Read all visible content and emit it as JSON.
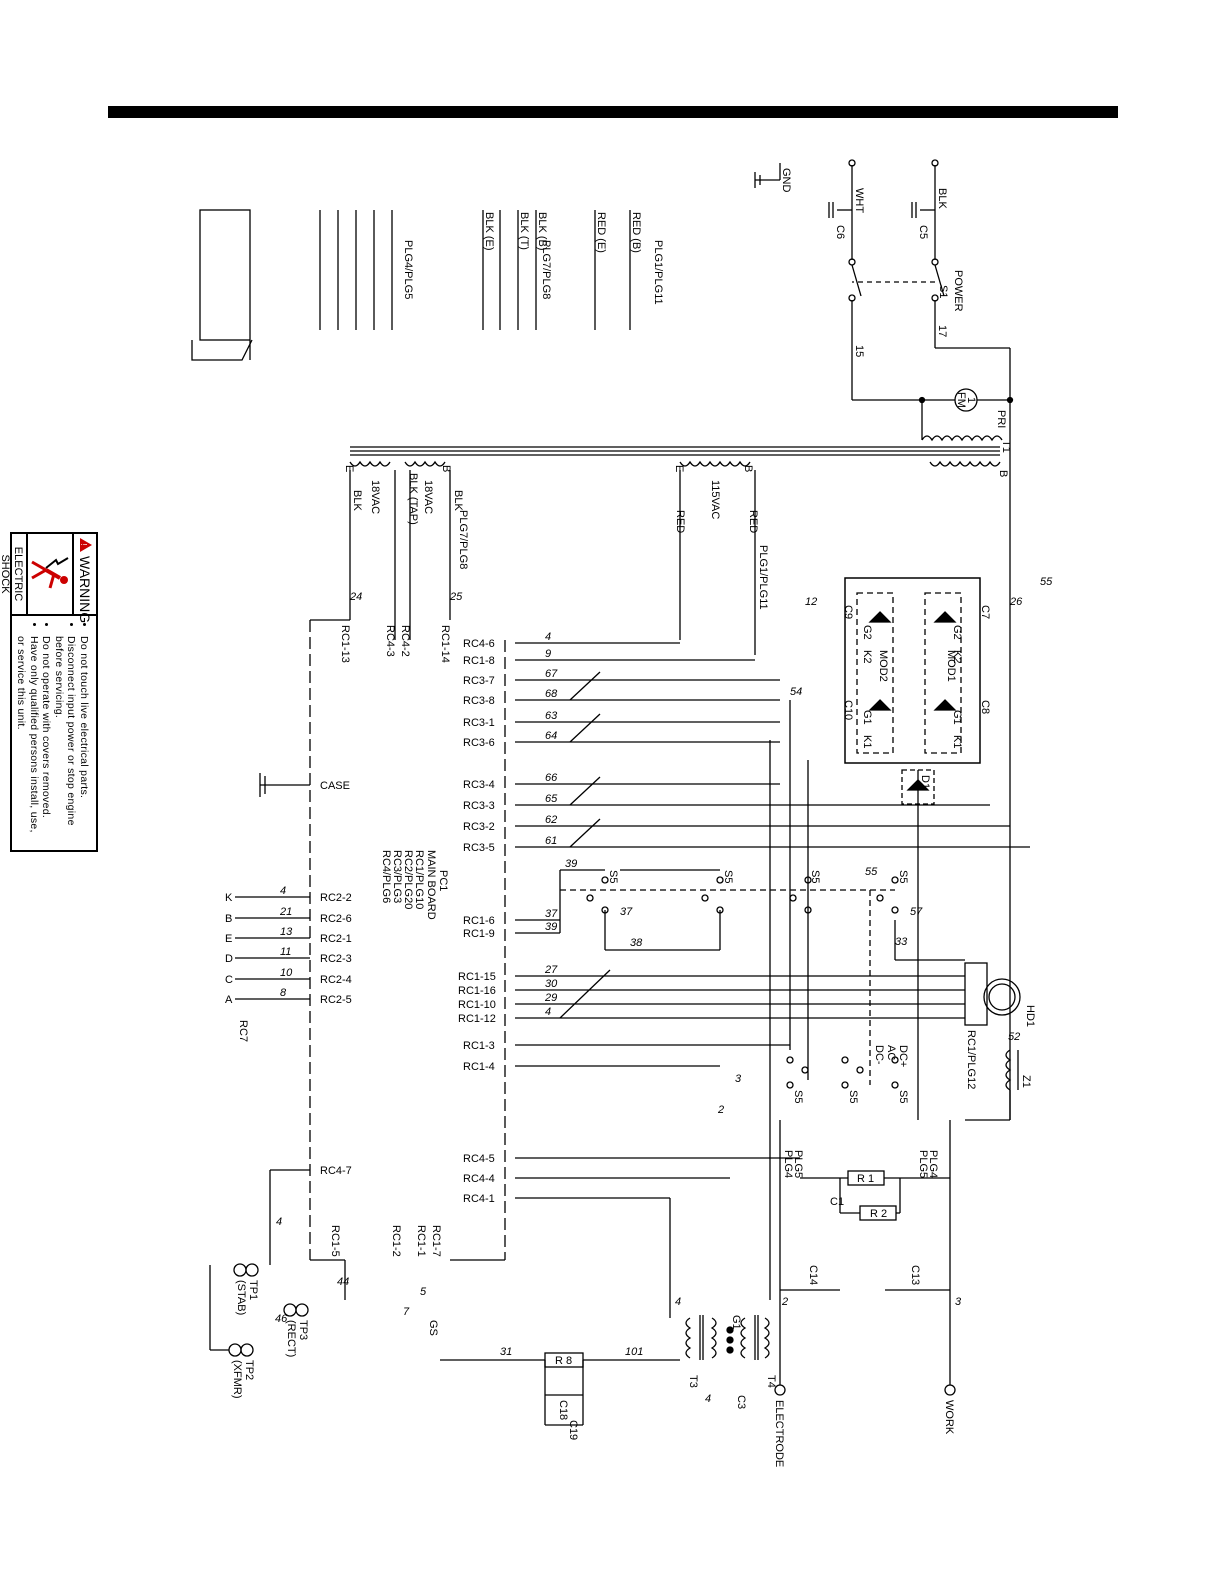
{
  "power": {
    "switch_label": "POWER",
    "switch_id": "S1",
    "gnd": "GND",
    "wht": "WHT",
    "blk": "BLK",
    "c5": "C5",
    "c6": "C6",
    "w15": "15",
    "w17": "17"
  },
  "fan": {
    "label": "FM",
    "num": "1"
  },
  "transformer": {
    "id": "T1",
    "pri": "PRI",
    "b": "B",
    "e": "E",
    "sec1": "115VAC",
    "sec2": "18VAC",
    "sec3": "18VAC",
    "red": "RED",
    "blk": "BLK",
    "blk_tap": "BLK (TAP)"
  },
  "plugs": {
    "p1": "PLG1/PLG11",
    "p78": "PLG7/PLG8",
    "p45": "PLG4/PLG5",
    "red_b": "RED (B)",
    "red_e": "RED (E)",
    "blk_b": "BLK (B)",
    "blk_t": "BLK (T)",
    "blk_e": "BLK (E)"
  },
  "warning": {
    "title": "WARNING",
    "caption1": "ELECTRIC",
    "caption2": "SHOCK HAZARD",
    "b1": "Do not touch live electrical parts.",
    "b2": "Disconnect input power or stop engine before servicing.",
    "b3": "Do not operate with covers removed.",
    "b4": "Have only qualified persons install, use, or service this unit."
  },
  "board": {
    "title": "PC1",
    "sub": "MAIN BOARD",
    "l1": "RC1/PLG10",
    "l2": "RC2/PLG20",
    "l3": "RC3/PLG3",
    "l4": "RC4/PLG6"
  },
  "connectors": {
    "rc4_6": "RC4-6",
    "rc1_8": "RC1-8",
    "rc3_7": "RC3-7",
    "rc3_8": "RC3-8",
    "rc3_1": "RC3-1",
    "rc3_6": "RC3-6",
    "rc3_4": "RC3-4",
    "rc3_3": "RC3-3",
    "rc3_2": "RC3-2",
    "rc3_5": "RC3-5",
    "rc1_6": "RC1-6",
    "rc1_9": "RC1-9",
    "rc1_15": "RC1-15",
    "rc1_16": "RC1-16",
    "rc1_10": "RC1-10",
    "rc1_12": "RC1-12",
    "rc1_3": "RC1-3",
    "rc1_4": "RC1-4",
    "rc4_5": "RC4-5",
    "rc4_4": "RC4-4",
    "rc4_1": "RC4-1",
    "rc1_13": "RC1-13",
    "rc4_3": "RC4-3",
    "rc4_2": "RC4-2",
    "rc1_14": "RC1-14",
    "rc1_5": "RC1-5",
    "rc1_2": "RC1-2",
    "rc1_1": "RC1-1",
    "rc1_7": "RC1-7",
    "rc4_7": "RC4-7",
    "case": "CASE",
    "rc2_2": "RC2-2",
    "rc2_6": "RC2-6",
    "rc2_1": "RC2-1",
    "rc2_3": "RC2-3",
    "rc2_4": "RC2-4",
    "rc2_5": "RC2-5",
    "rc7": "RC7"
  },
  "wires": {
    "w4": "4",
    "w9": "9",
    "w67": "67",
    "w68": "68",
    "w63": "63",
    "w64": "64",
    "w66": "66",
    "w65": "65",
    "w62": "62",
    "w61": "61",
    "w37": "37",
    "w39": "39",
    "w27": "27",
    "w30": "30",
    "w29": "29",
    "w3": "3",
    "w2": "2",
    "w24": "24",
    "w25": "25",
    "w21": "21",
    "w13": "13",
    "w11": "11",
    "w10": "10",
    "w8": "8",
    "w44": "44",
    "w46": "46",
    "w5": "5",
    "w7": "7",
    "w31": "31",
    "w101": "101",
    "w12": "12",
    "w54": "54",
    "w26": "26",
    "w55": "55",
    "w57": "57",
    "w38": "38",
    "w33": "33",
    "w52": "52"
  },
  "pins": {
    "k": "K",
    "b": "B",
    "e": "E",
    "d": "D",
    "c": "C",
    "a": "A"
  },
  "modules": {
    "mod1": "MOD1",
    "mod2": "MOD2",
    "d1": "D1",
    "c7": "C7",
    "c8": "C8",
    "c9": "C9",
    "c10": "C10",
    "g1": "G1",
    "g2": "G2",
    "k1": "K1",
    "k2": "K2"
  },
  "s5": {
    "label": "S5",
    "dcp": "DC+",
    "ac": "AC",
    "dcm": "DC-"
  },
  "hd1": {
    "label": "HD1",
    "rc": "RC1/PLG12",
    "z1": "Z1"
  },
  "output": {
    "r1": "R 1",
    "r2": "R 2",
    "c1": "C1",
    "plg5a": "PLG5",
    "plg4a": "PLG4",
    "plg4b": "PLG4",
    "plg5b": "PLG5",
    "c13": "C13",
    "c14": "C14",
    "work": "WORK",
    "electrode": "ELECTRODE"
  },
  "hf": {
    "t3": "T3",
    "t4": "T4",
    "g1": "G1",
    "c3": "C3",
    "r8": "R 8",
    "c18": "C18",
    "c19": "C19",
    "gs": "GS",
    "tp1": "TP1",
    "tp1s": "(STAB)",
    "tp2": "TP2",
    "tp2s": "(XFMR)",
    "tp3": "TP3",
    "tp3s": "(RECT)"
  }
}
